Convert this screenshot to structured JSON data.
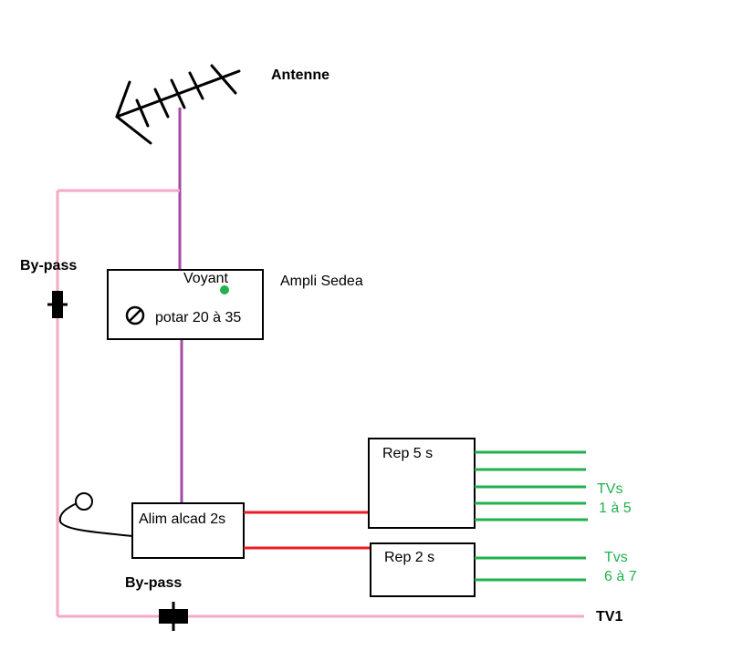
{
  "labels": {
    "antenna": "Antenne",
    "bypass_top": "By-pass",
    "bypass_bottom": "By-pass",
    "ampli": "Ampli Sedea",
    "voyant": "Voyant",
    "potar": "potar 20 à 35",
    "alim": "Alim alcad 2s",
    "rep5": "Rep 5 s",
    "rep2": "Rep 2 s",
    "tvs_1_5_line1": "TVs",
    "tvs_1_5_line2": "1 à 5",
    "tvs_6_7_line1": "Tvs",
    "tvs_6_7_line2": "6 à 7",
    "tv1": "TV1"
  },
  "colors": {
    "signal_cable": "#a349a4",
    "bypass_cable": "#f5a8c8",
    "power_cable": "#ed1c24",
    "output_cable": "#22b14c",
    "indicator_led": "#22b14c",
    "outline": "#000000"
  }
}
